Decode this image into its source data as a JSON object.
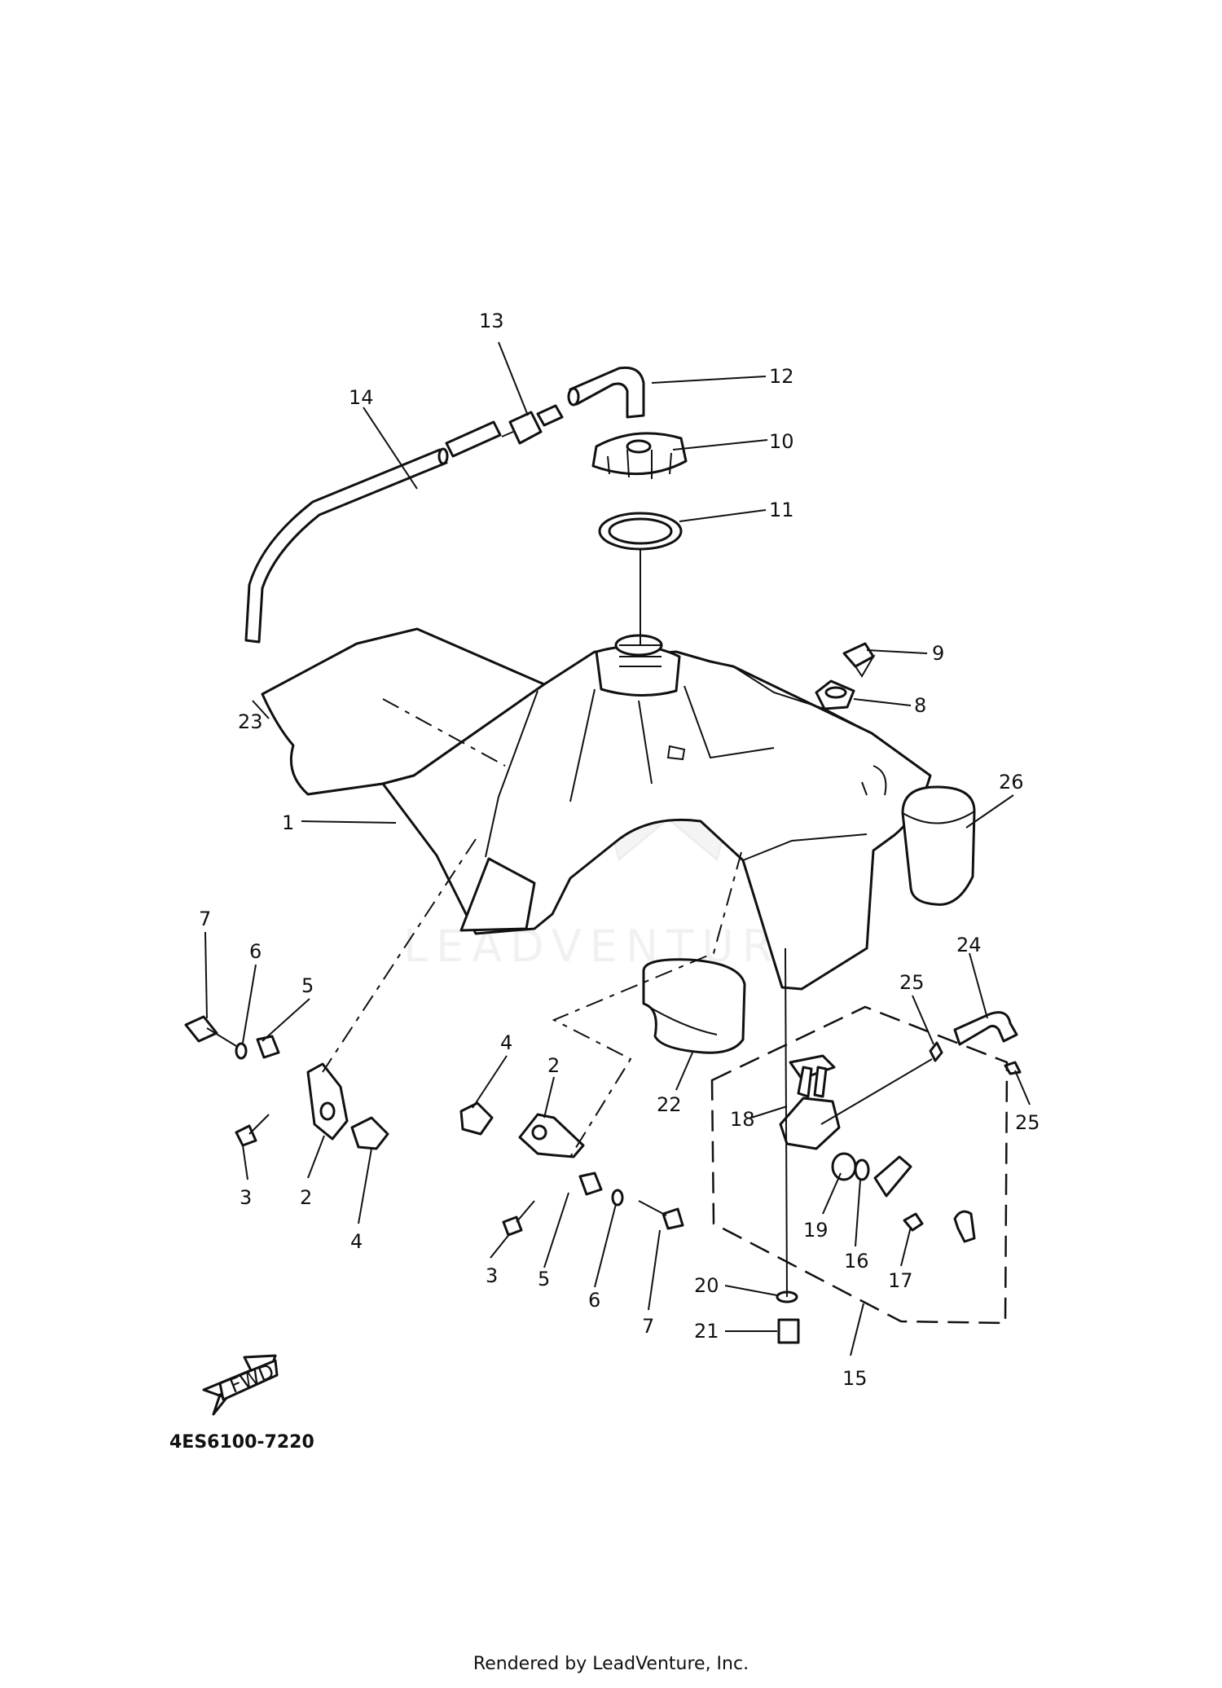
{
  "diagram": {
    "part_labels": [
      "1",
      "2",
      "3",
      "4",
      "5",
      "6",
      "7",
      "8",
      "9",
      "10",
      "11",
      "12",
      "13",
      "14",
      "15",
      "16",
      "17",
      "18",
      "19",
      "20",
      "21",
      "22",
      "23",
      "24",
      "25",
      "26"
    ],
    "fwd_badge": "FWD",
    "diagram_code": "4ES6100-7220",
    "watermark": "LEADVENTURE",
    "credit": "Rendered by LeadVenture, Inc."
  },
  "colors": {
    "ink": "#111111",
    "background": "#ffffff",
    "watermark": "#e9e9e9"
  },
  "icons": {
    "fwd": "fwd-arrow-icon",
    "watermark": "leadventure-logo-icon"
  }
}
